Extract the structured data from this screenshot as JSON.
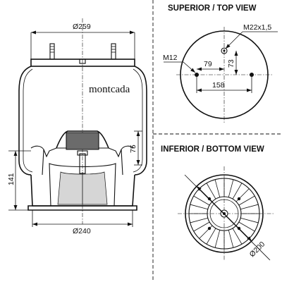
{
  "views": {
    "top_title": "SUPERIOR / TOP VIEW",
    "bottom_title": "INFERIOR / BOTTOM VIEW"
  },
  "side_view": {
    "brand": "montcada",
    "dim_top_diameter": "Ø259",
    "dim_bottom_diameter": "Ø240",
    "dim_height": "141",
    "dim_piston": "75"
  },
  "top_view": {
    "label_thread": "M22x1,5",
    "label_stud": "M12",
    "dim_79": "79",
    "dim_73": "73",
    "dim_158": "158"
  },
  "bottom_view": {
    "dim_diameter": "Ø200"
  }
}
